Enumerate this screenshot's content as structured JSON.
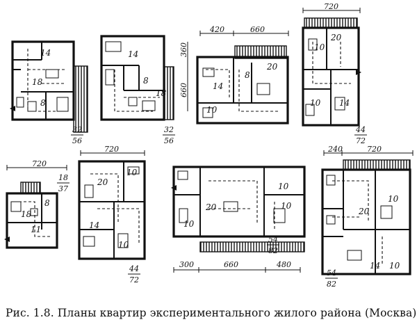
{
  "caption": "Рис. 1.8. Планы квартир экспериментального жилого района (Москва)",
  "plans": [
    {
      "id": "p1",
      "rooms": [
        "14",
        "18",
        "8"
      ],
      "area": {
        "top": "32",
        "bottom": "56"
      }
    },
    {
      "id": "p2",
      "rooms": [
        "14",
        "8",
        "18"
      ],
      "area": {
        "top": "32",
        "bottom": "56"
      }
    },
    {
      "id": "p3",
      "rooms": [
        "20",
        "14",
        "8",
        "10"
      ],
      "dims": [
        "420",
        "660",
        "360",
        "660"
      ]
    },
    {
      "id": "p4",
      "rooms": [
        "20",
        "10",
        "10",
        "14"
      ],
      "dims": [
        "720"
      ],
      "area": {
        "top": "44",
        "bottom": "72"
      }
    },
    {
      "id": "p5",
      "rooms": [
        "18",
        "8",
        "11"
      ],
      "dims": [
        "720"
      ],
      "area": {
        "top": "18",
        "bottom": "37"
      }
    },
    {
      "id": "p6",
      "rooms": [
        "10",
        "20",
        "14",
        "10"
      ],
      "dims": [
        "720"
      ],
      "area": {
        "top": "44",
        "bottom": "72"
      }
    },
    {
      "id": "p7",
      "rooms": [
        "10",
        "20",
        "10",
        "10"
      ],
      "dims": [
        "300",
        "660",
        "480"
      ],
      "area": {
        "top": "54",
        "bottom": "82"
      }
    },
    {
      "id": "p8",
      "rooms": [
        "10",
        "20",
        "14",
        "10"
      ],
      "dims": [
        "240",
        "720"
      ],
      "area": {
        "top": "54",
        "bottom": "82"
      }
    }
  ]
}
